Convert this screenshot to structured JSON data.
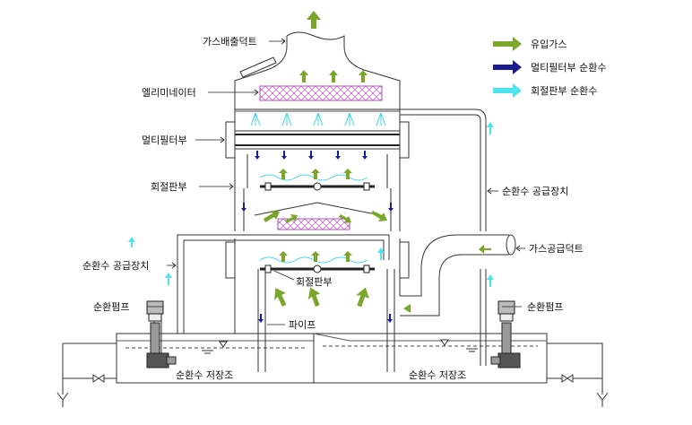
{
  "labels": {
    "gas_exhaust_duct": "가스배출덕트",
    "eliminator": "엘리미네이터",
    "multi_filter": "멀티필터부",
    "baffle_upper": "회절판부",
    "baffle_lower": "회절판부",
    "supply_left": "순환수 공급장치",
    "supply_right": "순환수 공급장치",
    "gas_supply_duct": "가스공급덕트",
    "pump_left": "순환펌프",
    "pump_right": "순환펌프",
    "pipe": "파이프",
    "tank_left": "순환수 저장조",
    "tank_right": "순환수 저장조"
  },
  "legend": [
    {
      "label": "유입가스",
      "color": "#7aa62b"
    },
    {
      "label": "멀티필터부 순환수",
      "color": "#1c1c8c"
    },
    {
      "label": "회절판부 순환수",
      "color": "#4fe3ee"
    }
  ],
  "colors": {
    "gas_flow": "#7aa62b",
    "filter_water": "#1c1c8c",
    "baffle_water": "#4fe3ee",
    "media": "#e080e0"
  }
}
